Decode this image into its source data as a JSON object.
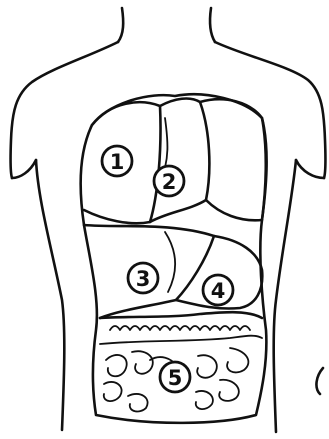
{
  "diagram": {
    "labels": [
      {
        "id": "1",
        "text": "1"
      },
      {
        "id": "2",
        "text": "2"
      },
      {
        "id": "3",
        "text": "3"
      },
      {
        "id": "4",
        "text": "4"
      },
      {
        "id": "5",
        "text": "5"
      }
    ]
  }
}
